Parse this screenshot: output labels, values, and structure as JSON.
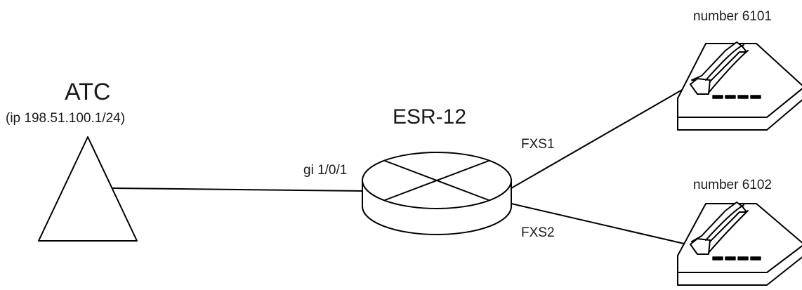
{
  "atc": {
    "label": "ATC",
    "sublabel": "(ip 198.51.100.1/24)"
  },
  "router": {
    "label": "ESR-12",
    "port_label": "gi 1/0/1"
  },
  "links": {
    "fxs1": "FXS1",
    "fxs2": "FXS2"
  },
  "phones": [
    {
      "label": "number 6101"
    },
    {
      "label": "number 6102"
    }
  ],
  "colors": {
    "stroke": "#000000",
    "background": "#ffffff",
    "text": "#1a1a1a"
  }
}
